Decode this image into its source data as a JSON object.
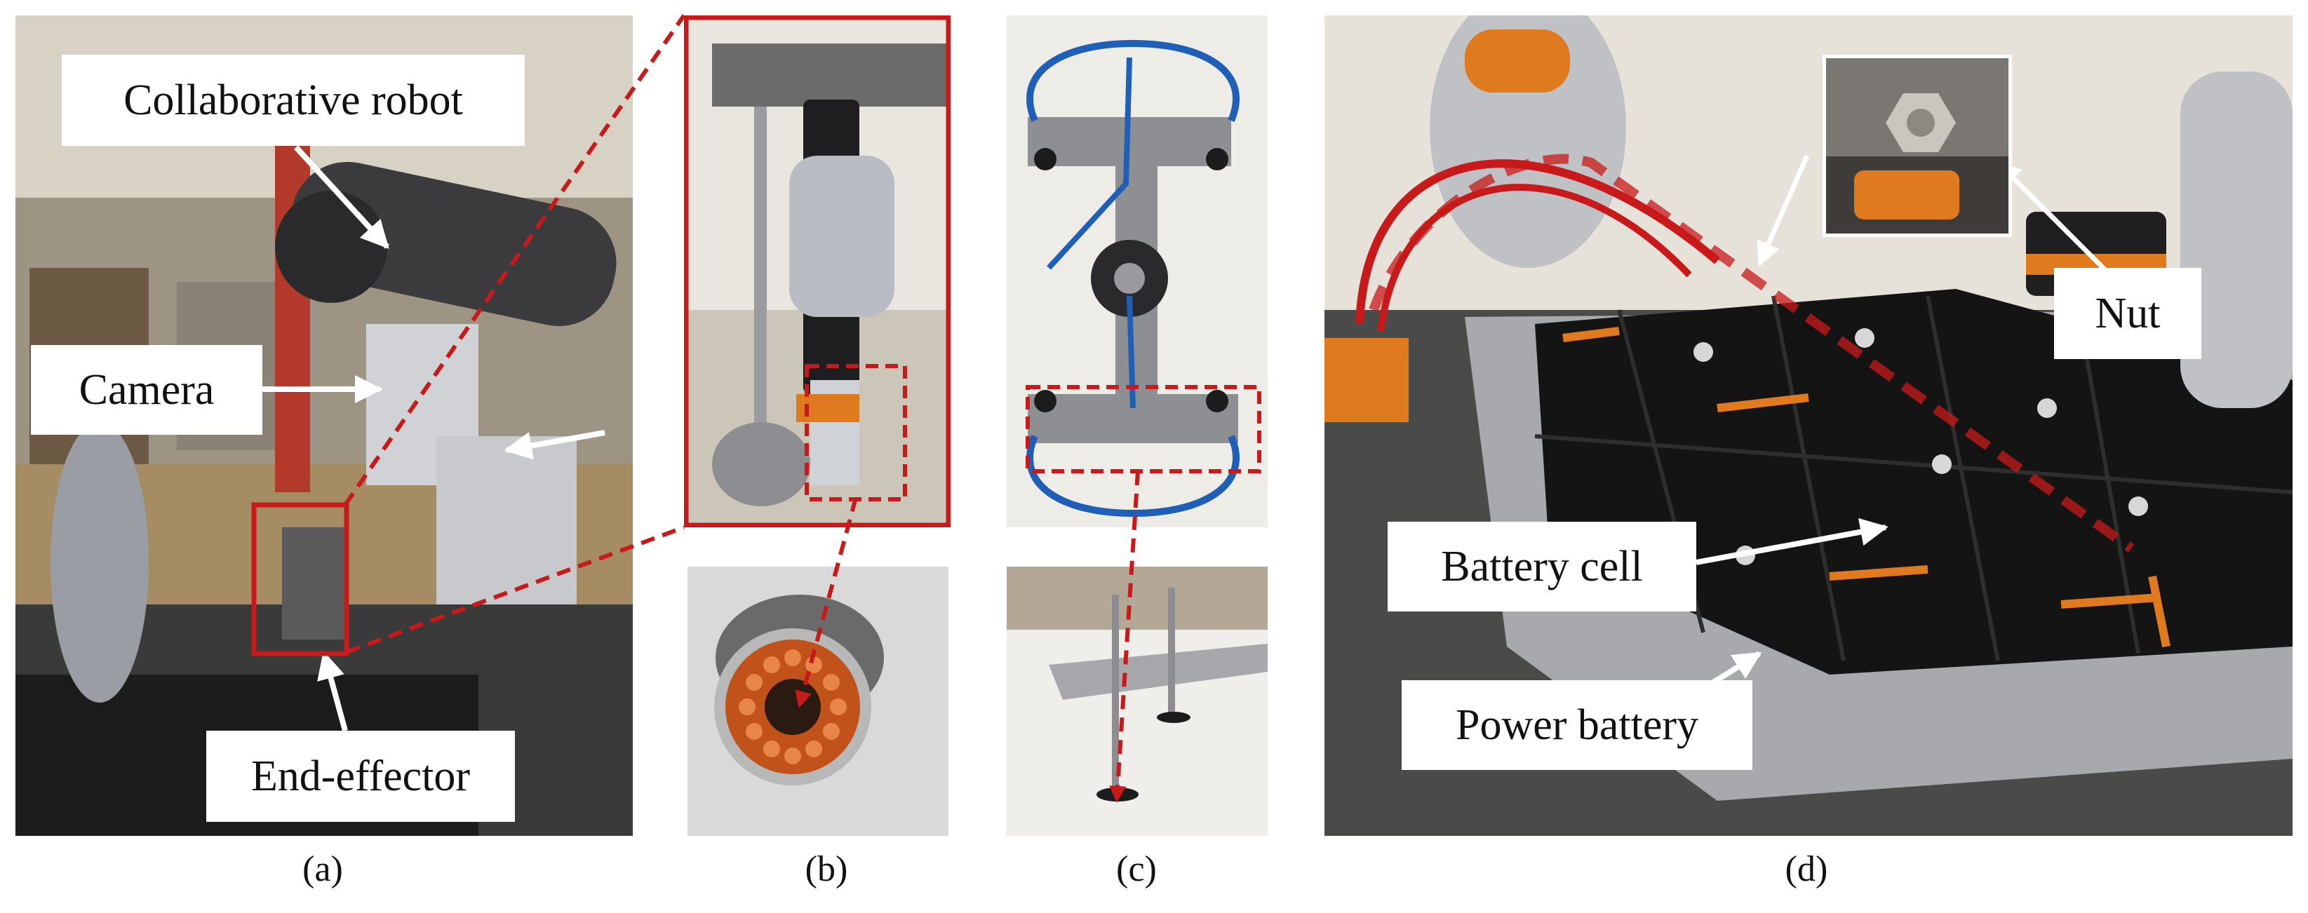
{
  "panel_a": {
    "callouts": {
      "robot": "Collaborative robot",
      "camera": "Camera",
      "end_effector": "End-effector"
    },
    "caption": "(a)"
  },
  "panel_b": {
    "caption": "(b)"
  },
  "panel_c": {
    "caption": "(c)"
  },
  "panel_d": {
    "callouts": {
      "nut": "Nut",
      "battery_cell": "Battery cell",
      "power_battery": "Power battery"
    },
    "caption": "(d)"
  },
  "colors": {
    "highlight_red": "#c81a1a",
    "arrow_white": "#ffffff",
    "robot_orange": "#e07a1f",
    "battery_black": "#141414"
  }
}
